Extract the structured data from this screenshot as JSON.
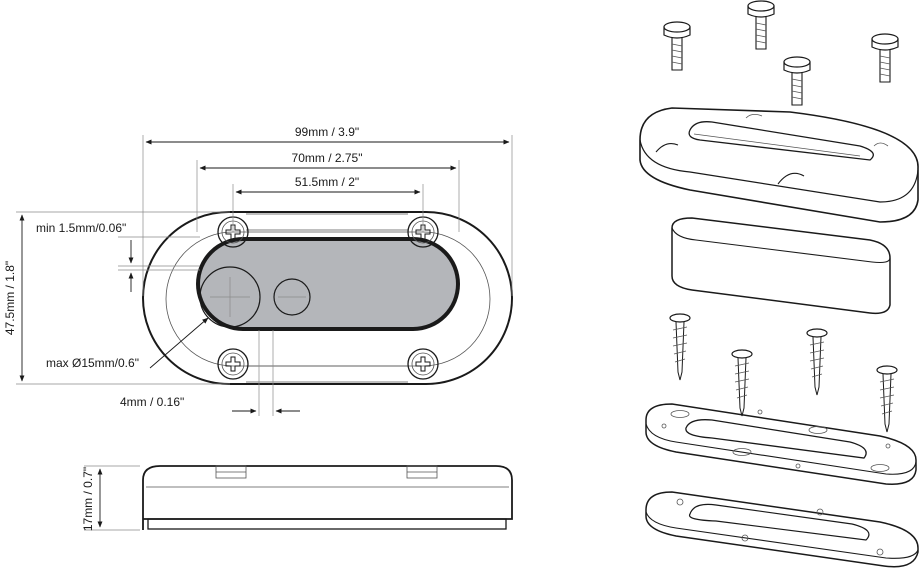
{
  "diagram": {
    "dimensions": {
      "overall_length": "99mm / 3.9\"",
      "screw_spacing": "70mm / 2.75\"",
      "slot_length": "51.5mm / 2\"",
      "height": "47.5mm / 1.8\"",
      "min_gap": "min 1.5mm/0.06\"",
      "max_diameter": "max Ø15mm/0.6\"",
      "offset": "4mm / 0.16\"",
      "thickness": "17mm / 0.7\""
    },
    "colors": {
      "line": "#1a1a1a",
      "slot_fill": "#b4b6ba",
      "extension": "#8a8a8a"
    }
  }
}
